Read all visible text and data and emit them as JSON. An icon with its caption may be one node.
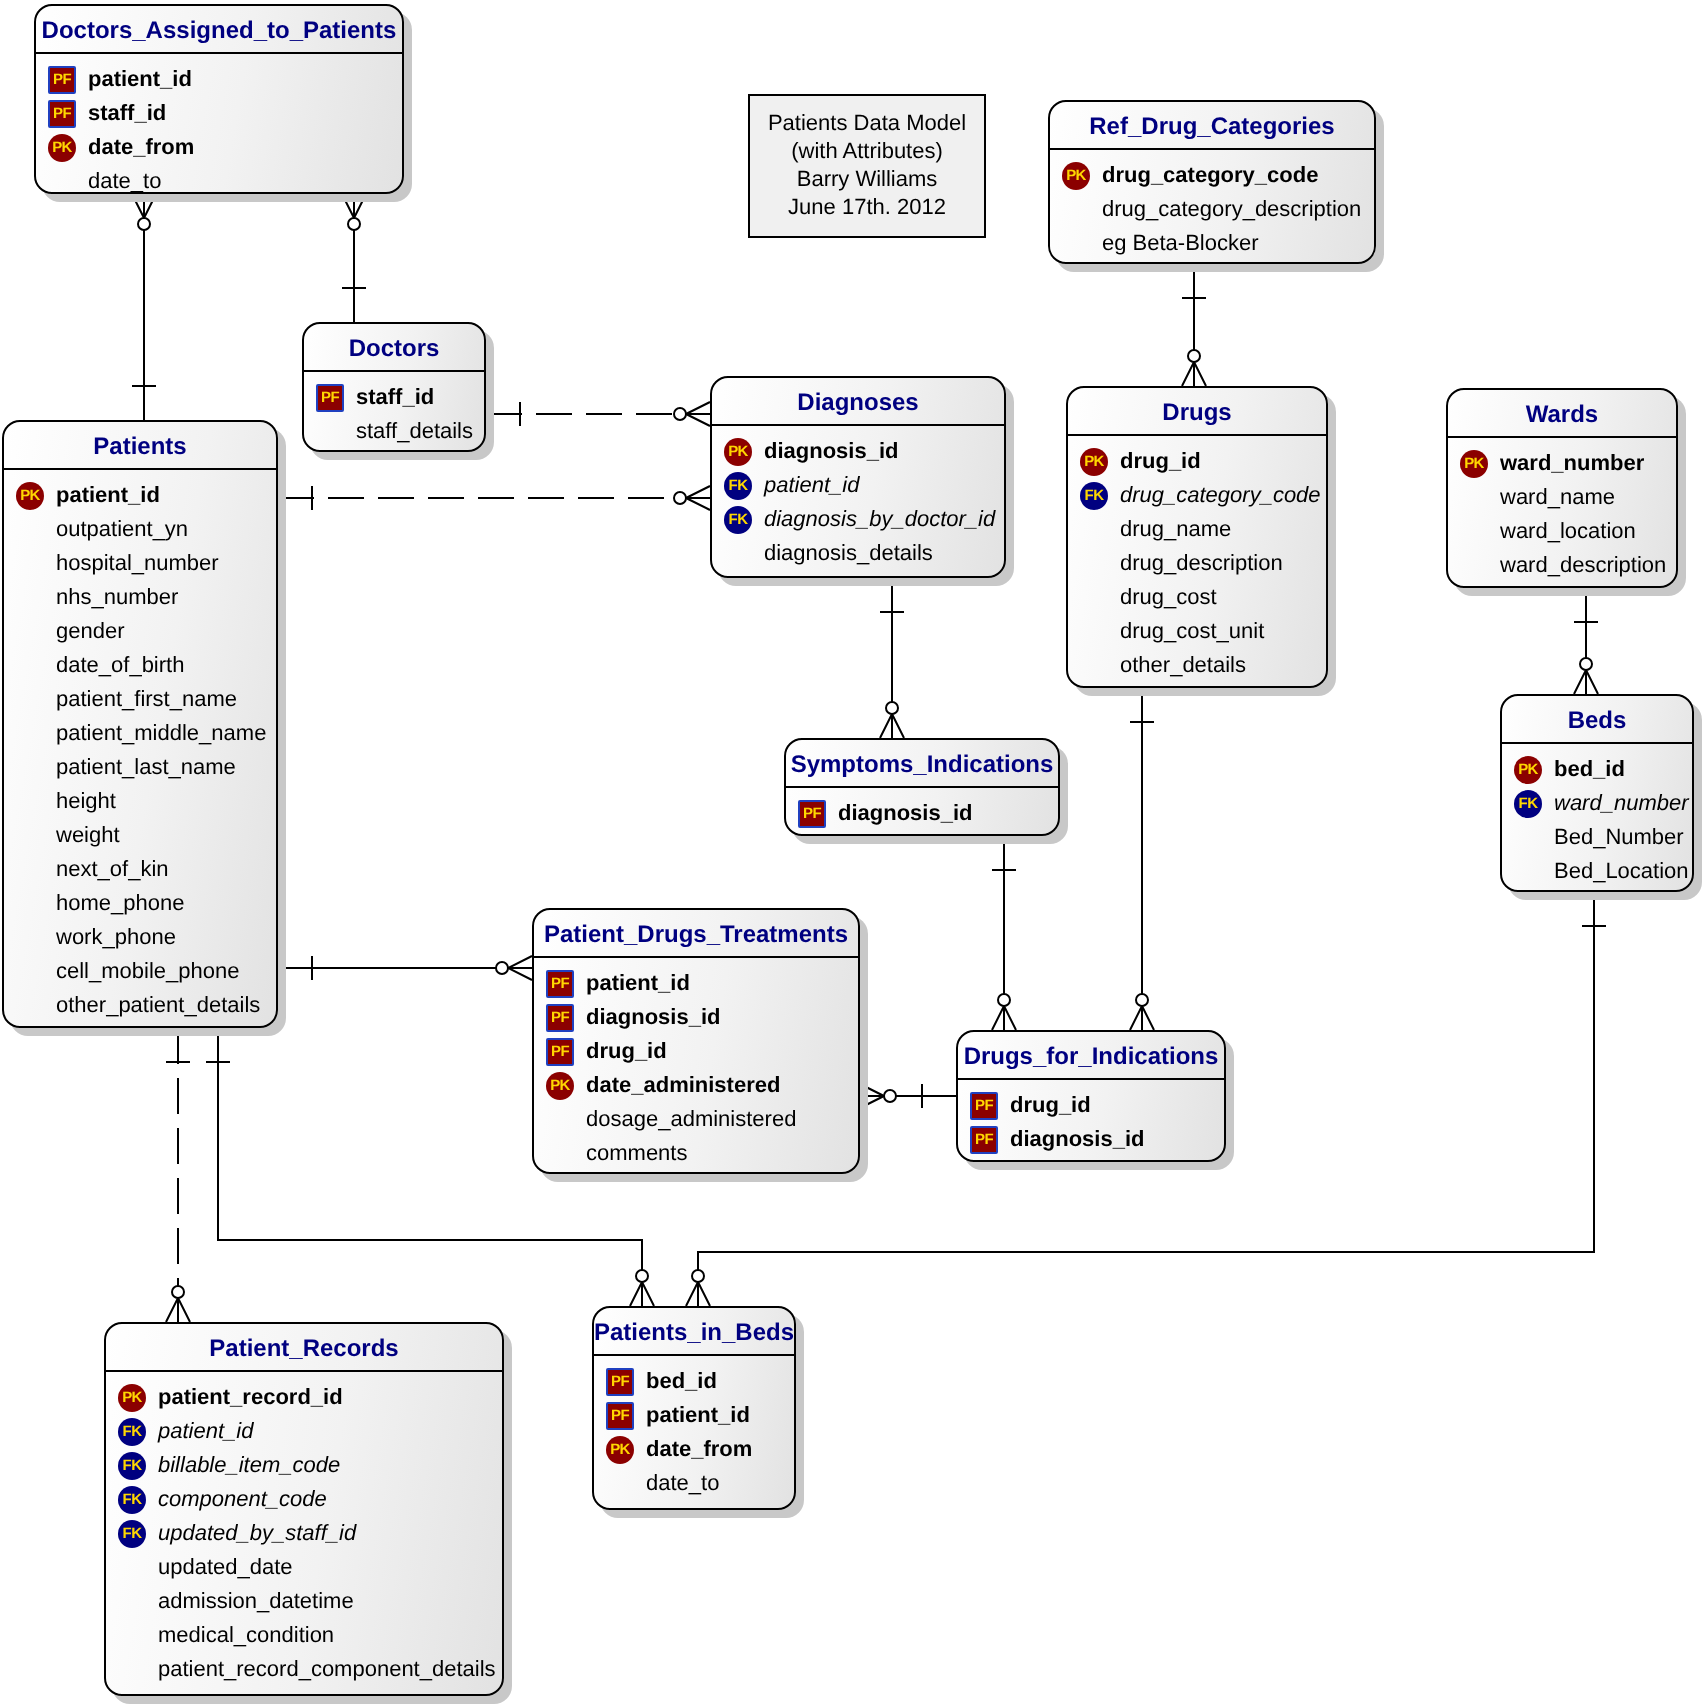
{
  "diagram": {
    "title": "Patients Data Model (with Attributes)",
    "nodes": [
      {
        "text": [
          "Doctors_Assigned_to_Patients",
          "patient_id",
          "staff_id",
          "date_from",
          "date_to"
        ]
      },
      {
        "text": [
          "Barry Williams",
          "June 17th. 2012"
        ]
      },
      {
        "text": [
          "Ref_Drug_Categories",
          "drug_category_code",
          "drug_category_description",
          "eg Beta-Blocker"
        ]
      },
      {
        "text": [
          "Doctors",
          "staff_id",
          "staff_details"
        ]
      },
      {
        "text": [
          "Diagnoses",
          "diagnosis_id",
          "patient_id",
          "diagnosis_by_doctor_id",
          "diagnosis_details"
        ]
      },
      {
        "text": [
          "Drugs",
          "drug_id",
          "drug_category_code",
          "drug_name",
          "drug_description",
          "drug_cost",
          "drug_cost_unit",
          "other_details"
        ]
      },
      {
        "text": [
          "Wards",
          "ward_number",
          "ward_name",
          "ward_location",
          "ward_description"
        ]
      },
      {
        "text": [
          "Patients",
          "patient_id",
          "outpatient_yn",
          "hospital_number",
          "nhs_number",
          "gender",
          "date_of_birth",
          "patient_first_name",
          "patient_middle_name",
          "patient_last_name",
          "height",
          "weight",
          "next_of_kin",
          "home_phone",
          "work_phone",
          "cell_mobile_phone",
          "other_patient_details"
        ]
      },
      {
        "text": [
          "Beds",
          "bed_id",
          "ward_number",
          "Bed_Number",
          "Bed_Location"
        ]
      },
      {
        "text": [
          "Symptoms_Indications",
          "diagnosis_id"
        ]
      },
      {
        "text": [
          "Patient_Drugs_Treatments",
          "patient_id",
          "diagnosis_id",
          "drug_id",
          "date_administered",
          "dosage_administered",
          "comments"
        ]
      },
      {
        "text": [
          "Drugs_for_Indications",
          "drug_id",
          "diagnosis_id"
        ]
      },
      {
        "text": [
          "Patient_Records",
          "patient_record_id",
          "patient_id",
          "billable_item_code",
          "component_code",
          "updated_by_staff_id",
          "updated_date",
          "admission_datetime",
          "medical_condition",
          "patient_record_component_details"
        ]
      },
      {
        "text": [
          "Patients_in_Beds",
          "bed_id",
          "patient_id",
          "date_from",
          "date_to"
        ]
      }
    ],
    "edges": [
      {
        "from": 7,
        "to": 0,
        "arrow": "other"
      },
      {
        "from": 3,
        "to": 0,
        "arrow": "other"
      },
      {
        "from": 2,
        "to": 5,
        "arrow": "other"
      },
      {
        "from": 3,
        "to": 4,
        "arrow": "other",
        "style": "dashed"
      },
      {
        "from": 7,
        "to": 4,
        "arrow": "other",
        "style": "dashed"
      },
      {
        "from": 6,
        "to": 8,
        "arrow": "other"
      },
      {
        "from": 4,
        "to": 9,
        "arrow": "other"
      },
      {
        "from": 7,
        "to": 10,
        "arrow": "other"
      },
      {
        "from": 9,
        "to": 11,
        "arrow": "other"
      },
      {
        "from": 5,
        "to": 11,
        "arrow": "other"
      },
      {
        "from": 11,
        "to": 10,
        "arrow": "other"
      },
      {
        "from": 7,
        "to": 12,
        "arrow": "other",
        "style": "dashed"
      },
      {
        "from": 7,
        "to": 13,
        "arrow": "other"
      },
      {
        "from": 8,
        "to": 13,
        "arrow": "other"
      }
    ],
    "labels": [
      "PF",
      "PF",
      "PK",
      "PK",
      "PF",
      "PK",
      "FK",
      "FK",
      "PK",
      "FK",
      "PK",
      "PK",
      "PK",
      "FK",
      "PF",
      "PF",
      "PF",
      "PF",
      "PK",
      "PF",
      "PF",
      "PK",
      "FK",
      "FK",
      "FK",
      "FK",
      "PF",
      "PF",
      "PK"
    ]
  }
}
